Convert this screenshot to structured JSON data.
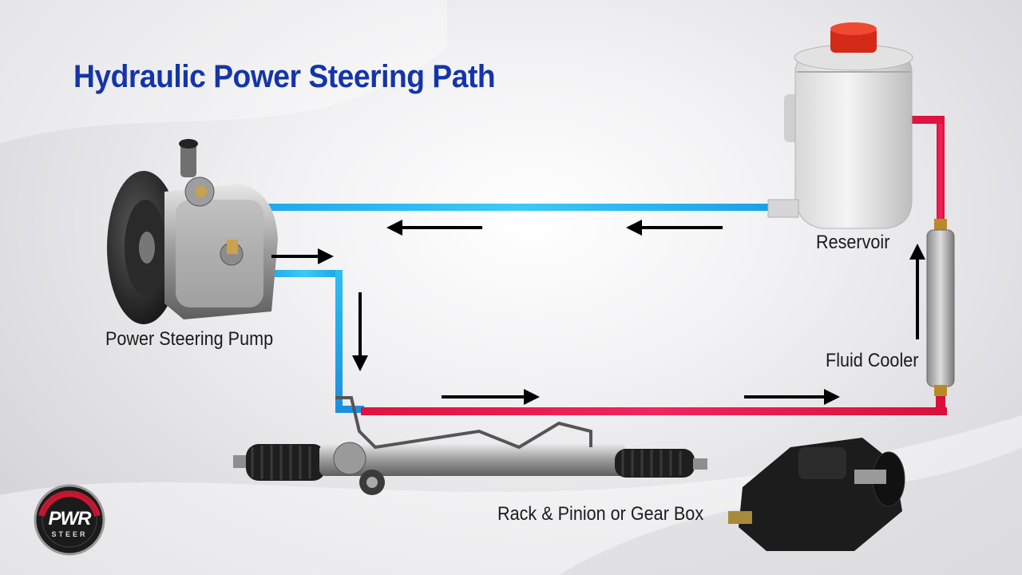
{
  "title": "Hydraulic Power Steering Path",
  "labels": {
    "pump": "Power Steering Pump",
    "reservoir": "Reservoir",
    "cooler": "Fluid Cooler",
    "rack": "Rack & Pinion or Gear Box"
  },
  "logo": {
    "main": "PWR",
    "sub": "STEER"
  },
  "colors": {
    "title": "#1435a8",
    "return_line": "#2ab3ee",
    "pressure_line": "#e8194b",
    "arrow": "#000000",
    "reservoir_cap": "#e0301e"
  },
  "flow_arrows": [
    {
      "segment": "return-line",
      "direction": "left"
    },
    {
      "segment": "return-line",
      "direction": "left"
    },
    {
      "segment": "pump-outlet",
      "direction": "right"
    },
    {
      "segment": "pump-to-rack",
      "direction": "down"
    },
    {
      "segment": "rack-to-cooler",
      "direction": "right"
    },
    {
      "segment": "rack-to-cooler",
      "direction": "right"
    },
    {
      "segment": "cooler-to-reservoir",
      "direction": "up"
    }
  ]
}
